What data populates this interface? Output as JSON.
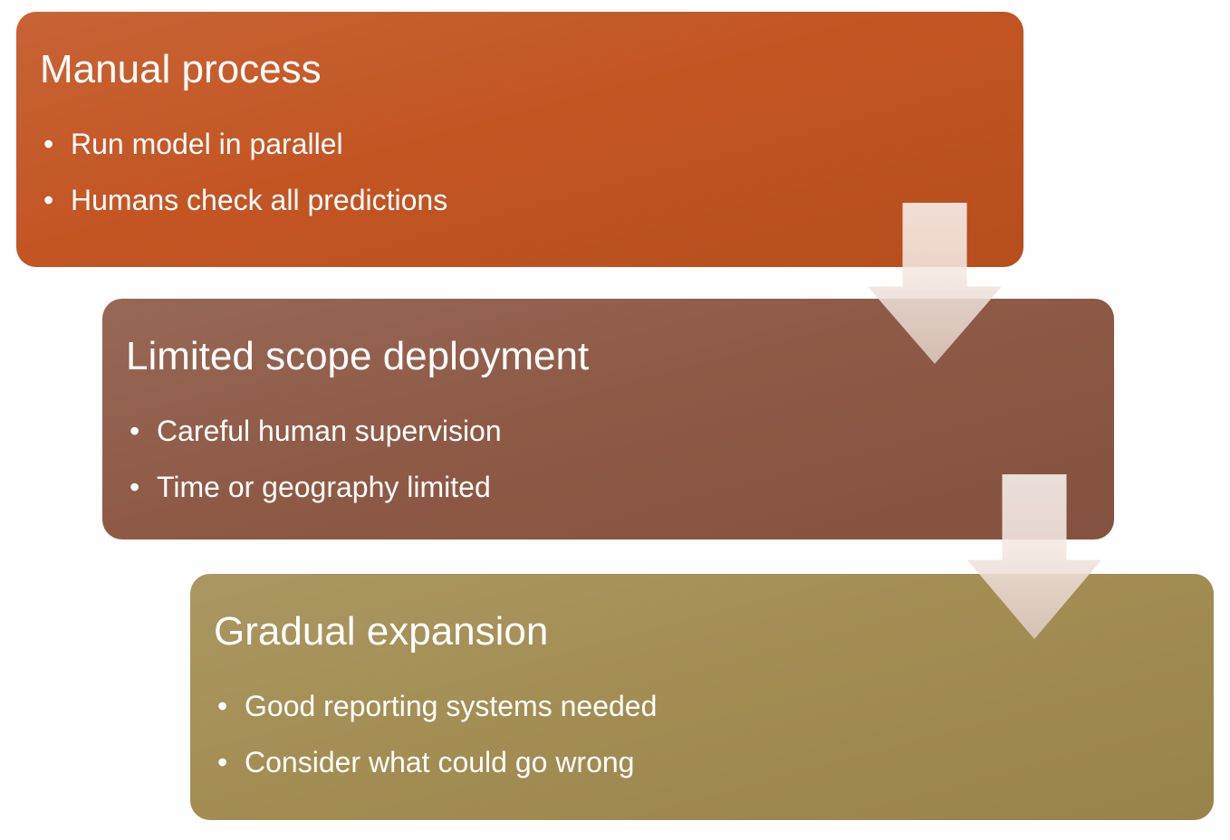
{
  "diagram": {
    "background_color": "#ffffff",
    "text_color": "#ffffff",
    "bullet_glyph": "•",
    "arrow": {
      "direction": "down",
      "color": "#f2e3dc"
    },
    "steps": [
      {
        "title": "Manual process",
        "bullets": [
          "Run model in parallel",
          "Humans check all predictions"
        ],
        "color": "#c2521f"
      },
      {
        "title": "Limited scope deployment",
        "bullets": [
          "Careful human supervision",
          "Time or geography limited"
        ],
        "color": "#8c5743"
      },
      {
        "title": "Gradual expansion",
        "bullets": [
          "Good reporting systems needed",
          "Consider what could go wrong"
        ],
        "color": "#a18b50"
      }
    ]
  }
}
